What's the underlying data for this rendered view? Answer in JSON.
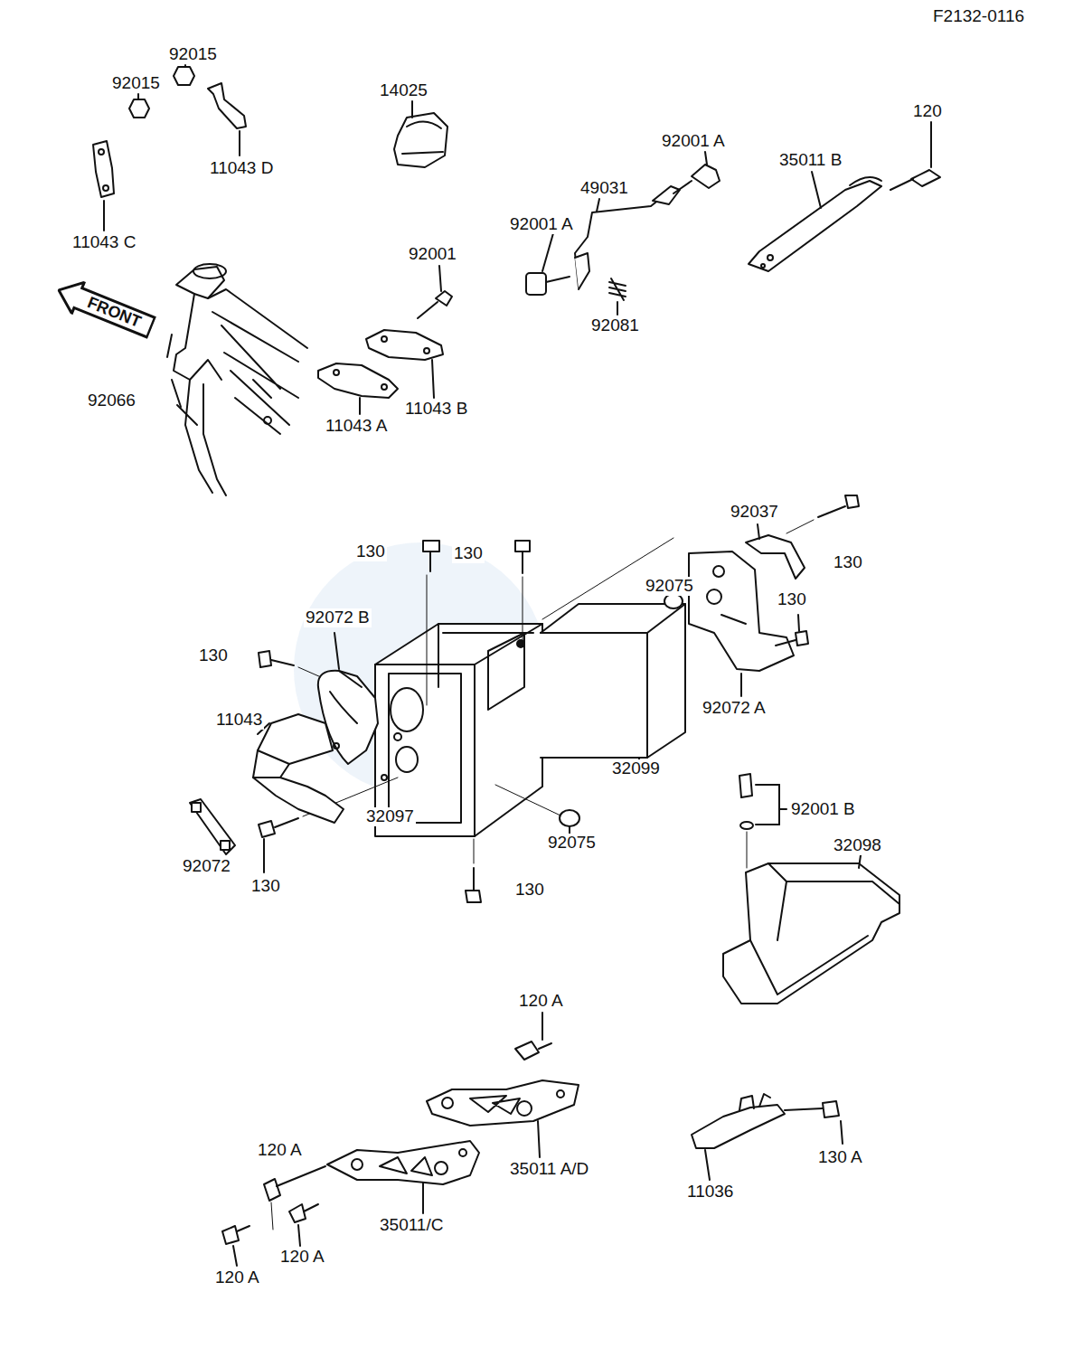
{
  "diagram": {
    "nodes": [
      {
        "text": [
          "FRONT"
        ]
      }
    ],
    "edges": [],
    "labels": [
      "F2132-0116",
      "92015",
      "92015",
      "11043 D",
      "11043 C",
      "14025",
      "92001 A",
      "49031",
      "92001 A",
      "92081",
      "120",
      "35011 B",
      "92001",
      "11043 B",
      "11043 A",
      "92066",
      "130",
      "130",
      "92037",
      "130",
      "92075",
      "130",
      "92072 B",
      "130",
      "92072 A",
      "11043",
      "32099",
      "92001 B",
      "32097",
      "92075",
      "32098",
      "92072",
      "130",
      "130",
      "120 A",
      "120 A",
      "35011 A/D",
      "11036",
      "130 A",
      "35011/C",
      "120 A",
      "120 A"
    ]
  }
}
